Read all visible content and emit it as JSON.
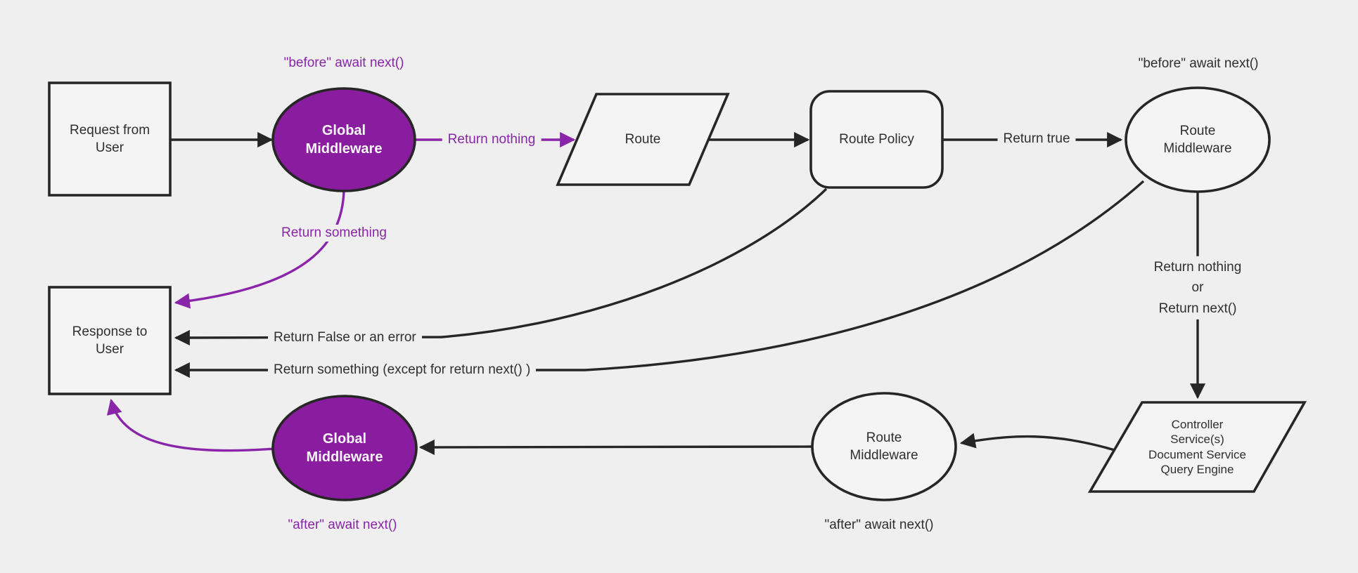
{
  "theme": {
    "bg": "#efefef",
    "node_fill": "#f4f4f4",
    "stroke": "#262626",
    "text": "#2f2f2f",
    "purple_fill": "#8a1ca0",
    "purple_accent": "#8a25aa",
    "inverse_text": "#faf7fc"
  },
  "nodes": {
    "request": {
      "label": "Request from\nUser"
    },
    "global_mw_top": {
      "label": "Global\nMiddleware"
    },
    "route": {
      "label": "Route"
    },
    "route_policy": {
      "label": "Route Policy"
    },
    "route_mw_top": {
      "label": "Route\nMiddleware"
    },
    "controller": {
      "label": "Controller\nService(s)\nDocument Service\nQuery Engine"
    },
    "route_mw_bottom": {
      "label": "Route\nMiddleware"
    },
    "global_mw_bottom": {
      "label": "Global\nMiddleware"
    },
    "response": {
      "label": "Response to\nUser"
    }
  },
  "edge_labels": {
    "before_global": "\"before\" await next()",
    "before_route": "\"before\" await next()",
    "return_nothing": "Return nothing",
    "return_true": "Return true",
    "return_something": "Return something",
    "return_false": "Return False or an error",
    "return_something_except": "Return something (except for return next() )",
    "return_nothing_or_next": "Return nothing\nor\nReturn next()",
    "after_route": "\"after\" await next()",
    "after_global": "\"after\" await next()"
  }
}
